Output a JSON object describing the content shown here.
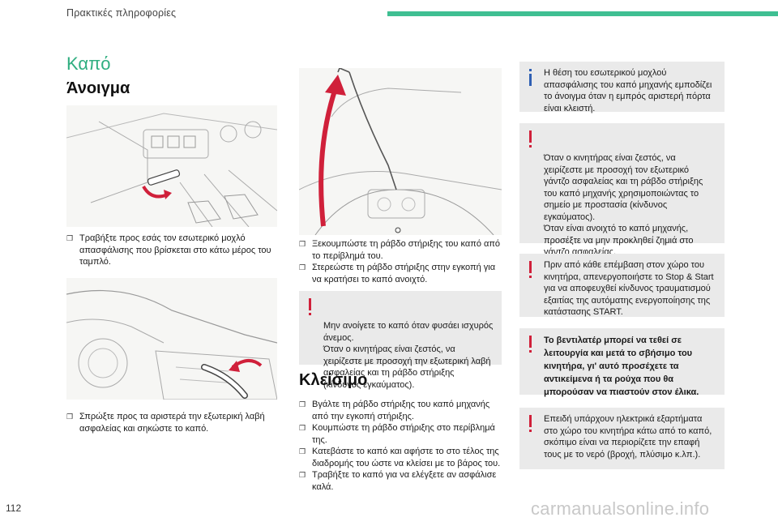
{
  "header": {
    "section": "Πρακτικές πληροφορίες"
  },
  "title": "Καπό",
  "opening": {
    "heading": "Άνοιγμα",
    "step1": "Τραβήξτε προς εσάς τον εσωτερικό μοχλό απασφάλισης που βρίσκεται στο κάτω μέρος του ταμπλό.",
    "step2": "Σπρώξτε προς τα αριστερά την εξωτερική λαβή ασφαλείας και σηκώστε το καπό.",
    "steps_mid": [
      "Ξεκουμπώστε τη ράβδο στήριξης του καπό από το περίβλημά του.",
      "Στερεώστε τη ράβδο στήριξης στην εγκοπή για να κρατήσει το καπό ανοιχτό."
    ],
    "warning_wind": "Μην ανοίγετε το καπό όταν φυσάει ισχυρός άνεμος.\nΌταν ο κινητήρας είναι ζεστός, να χειρίζεστε με προσοχή την εξωτερική λαβή ασφαλείας και τη ράβδο στήριξης (κίνδυνος εγκαύματος)."
  },
  "closing": {
    "heading": "Κλείσιμο",
    "steps": [
      "Βγάλτε τη ράβδο στήριξης του καπό μηχανής από την εγκοπή στήριξης.",
      "Κουμπώστε τη ράβδο στήριξης στο περίβλημά της.",
      "Κατεβάστε το καπό και αφήστε το στο τέλος της διαδρομής του ώστε να κλείσει με το βάρος του.",
      "Τραβήξτε το καπό για να ελέγξετε αν ασφάλισε καλά."
    ]
  },
  "notes": {
    "info": "Η θέση του εσωτερικού μοχλού απασφάλισης του καπό μηχανής εμποδίζει το άνοιγμα όταν η εμπρός αριστερή πόρτα είναι κλειστή.",
    "hot_engine": "Όταν ο κινητήρας είναι ζεστός, να χειρίζεστε με προσοχή τον εξωτερικό γάντζο ασφαλείας και τη ράβδο στήριξης του καπό μηχανής χρησιμοποιώντας το σημείο με προστασία (κίνδυνος εγκαύματος).\nΌταν είναι ανοιχτό το καπό μηχανής, προσέξτε να μην προκληθεί ζημιά στο γάντζο ασφαλείας.\nΜην ανοίγετε το καπό όταν υπάρχει ισχυρός άνεμος.",
    "stop_start": "Πριν από κάθε επέμβαση στον χώρο του κινητήρα, απενεργοποιήστε το Stop & Start για να αποφευχθεί κίνδυνος τραυματισμού εξαιτίας της αυτόματης ενεργοποίησης της κατάστασης START.",
    "fan": "Το βεντιλατέρ μπορεί να τεθεί σε λειτουργία και μετά το σβήσιμο του κινητήρα, γι' αυτό προσέχετε τα αντικείμενα ή τα ρούχα που θα μπορούσαν να πιαστούν στον έλικα.",
    "electrical": "Επειδή υπάρχουν ηλεκτρικά εξαρτήματα στο χώρο του κινητήρα κάτω από το καπό, σκόπιμο είναι να περιορίζετε την επαφή τους με το νερό (βροχή, πλύσιμο κ.λπ.)."
  },
  "page_number": "112",
  "footer": "carmanualsonline.info",
  "colors": {
    "accent": "#2fae80",
    "header_bar": "#3fbf92",
    "warning": "#d0203a",
    "info": "#2f5fb3",
    "box_bg": "#eaeaea"
  }
}
